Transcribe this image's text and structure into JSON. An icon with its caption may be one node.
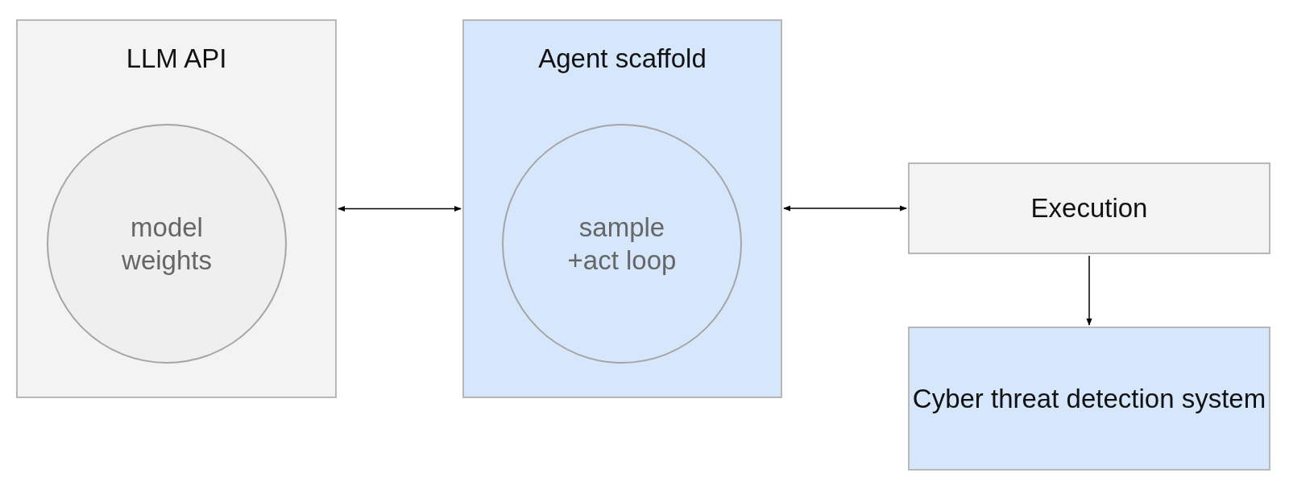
{
  "diagram": {
    "nodes": [
      {
        "text": [
          "LLM API"
        ]
      },
      {
        "text": [
          "model weights"
        ],
        "in": 0
      },
      {
        "text": [
          "Agent scaffold"
        ]
      },
      {
        "text": [
          "sample +act loop"
        ],
        "in": 2
      },
      {
        "text": [
          "Execution"
        ]
      },
      {
        "text": [
          "Cyber threat detection system"
        ]
      }
    ],
    "edges": [
      {
        "from": 0,
        "to": 2,
        "arrow": "both"
      },
      {
        "from": 2,
        "to": 4,
        "arrow": "both"
      },
      {
        "from": 4,
        "to": 5,
        "arrow": "to"
      }
    ]
  }
}
